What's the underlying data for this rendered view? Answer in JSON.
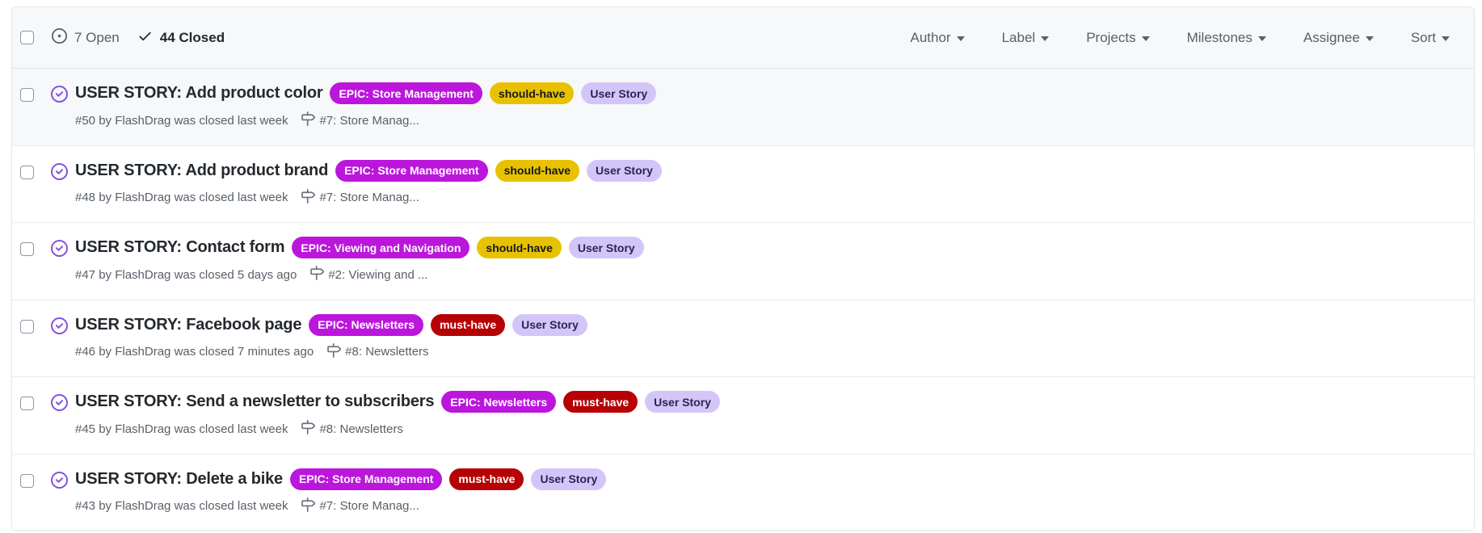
{
  "colors": {
    "closed_purple": "#8250df",
    "header_bg": "#f6f8fa",
    "border": "#e1e4e8",
    "title_text": "#24292e",
    "muted_text": "#586069",
    "epic_label_bg": "#bc16dd",
    "should_have_bg": "#e8c200",
    "must_have_bg": "#b60205",
    "user_story_bg": "#d4c5f9"
  },
  "toolbar": {
    "open_label": "7 Open",
    "closed_label": "44 Closed",
    "open_icon": "issue-opened-icon",
    "closed_icon": "check-icon",
    "filters": [
      {
        "label": "Author"
      },
      {
        "label": "Label"
      },
      {
        "label": "Projects"
      },
      {
        "label": "Milestones"
      },
      {
        "label": "Assignee"
      },
      {
        "label": "Sort"
      }
    ]
  },
  "issues": [
    {
      "title": "USER STORY: Add product color",
      "labels": [
        {
          "text": "EPIC: Store Management",
          "bg": "#bc16dd",
          "fg": "#ffffff"
        },
        {
          "text": "should-have",
          "bg": "#e8c200",
          "fg": "#17181b"
        },
        {
          "text": "User Story",
          "bg": "#d4c5f9",
          "fg": "#2a2456"
        }
      ],
      "meta": "#50 by FlashDrag was closed last week",
      "milestone": "#7: Store Manag...",
      "highlighted": true
    },
    {
      "title": "USER STORY: Add product brand",
      "labels": [
        {
          "text": "EPIC: Store Management",
          "bg": "#bc16dd",
          "fg": "#ffffff"
        },
        {
          "text": "should-have",
          "bg": "#e8c200",
          "fg": "#17181b"
        },
        {
          "text": "User Story",
          "bg": "#d4c5f9",
          "fg": "#2a2456"
        }
      ],
      "meta": "#48 by FlashDrag was closed last week",
      "milestone": "#7: Store Manag...",
      "highlighted": false
    },
    {
      "title": "USER STORY: Contact form",
      "labels": [
        {
          "text": "EPIC: Viewing and Navigation",
          "bg": "#bc16dd",
          "fg": "#ffffff"
        },
        {
          "text": "should-have",
          "bg": "#e8c200",
          "fg": "#17181b"
        },
        {
          "text": "User Story",
          "bg": "#d4c5f9",
          "fg": "#2a2456"
        }
      ],
      "meta": "#47 by FlashDrag was closed 5 days ago",
      "milestone": "#2: Viewing and ...",
      "highlighted": false
    },
    {
      "title": "USER STORY: Facebook page",
      "labels": [
        {
          "text": "EPIC: Newsletters",
          "bg": "#bc16dd",
          "fg": "#ffffff"
        },
        {
          "text": "must-have",
          "bg": "#b60205",
          "fg": "#ffffff"
        },
        {
          "text": "User Story",
          "bg": "#d4c5f9",
          "fg": "#2a2456"
        }
      ],
      "meta": "#46 by FlashDrag was closed 7 minutes ago",
      "milestone": "#8: Newsletters",
      "highlighted": false
    },
    {
      "title": "USER STORY: Send a newsletter to subscribers",
      "labels": [
        {
          "text": "EPIC: Newsletters",
          "bg": "#bc16dd",
          "fg": "#ffffff"
        },
        {
          "text": "must-have",
          "bg": "#b60205",
          "fg": "#ffffff"
        },
        {
          "text": "User Story",
          "bg": "#d4c5f9",
          "fg": "#2a2456"
        }
      ],
      "meta": "#45 by FlashDrag was closed last week",
      "milestone": "#8: Newsletters",
      "highlighted": false
    },
    {
      "title": "USER STORY: Delete a bike",
      "labels": [
        {
          "text": "EPIC: Store Management",
          "bg": "#bc16dd",
          "fg": "#ffffff"
        },
        {
          "text": "must-have",
          "bg": "#b60205",
          "fg": "#ffffff"
        },
        {
          "text": "User Story",
          "bg": "#d4c5f9",
          "fg": "#2a2456"
        }
      ],
      "meta": "#43 by FlashDrag was closed last week",
      "milestone": "#7: Store Manag...",
      "highlighted": false
    }
  ]
}
